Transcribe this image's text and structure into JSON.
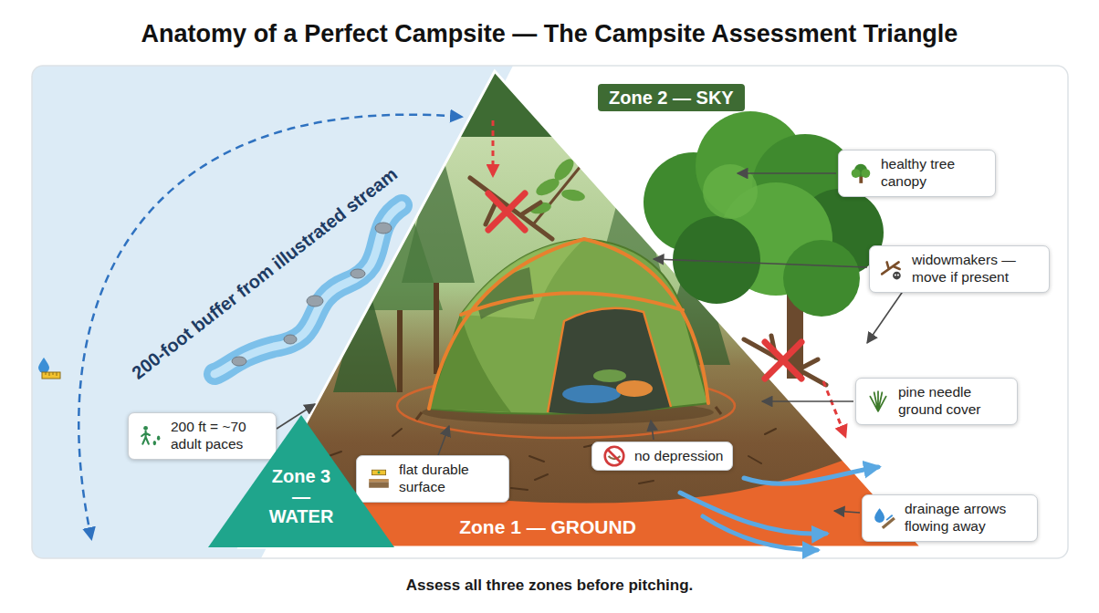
{
  "diagram": {
    "title": "Anatomy of a Perfect Campsite — The Campsite Assessment Triangle",
    "caption": "Assess all three zones before pitching.",
    "nodes": [
      {
        "text": [
          "Zone 2 — SKY"
        ]
      },
      {
        "text": [
          "healthy tree canopy"
        ]
      },
      {
        "text": [
          "widowmakers — move if present"
        ]
      },
      {
        "text": [
          "200 ft = ~70 adult paces"
        ]
      },
      {
        "text": [
          "pine needle ground cover"
        ]
      },
      {
        "text": [
          "flat durable surface"
        ]
      },
      {
        "text": [
          "no depression"
        ]
      },
      {
        "text": [
          "Zone 3 — WATER"
        ]
      },
      {
        "text": [
          "Zone 1 — GROUND"
        ]
      },
      {
        "text": [
          "drainage arrows flowing away"
        ]
      }
    ],
    "labels": [
      "200-foot buffer from illustrated stream"
    ]
  }
}
